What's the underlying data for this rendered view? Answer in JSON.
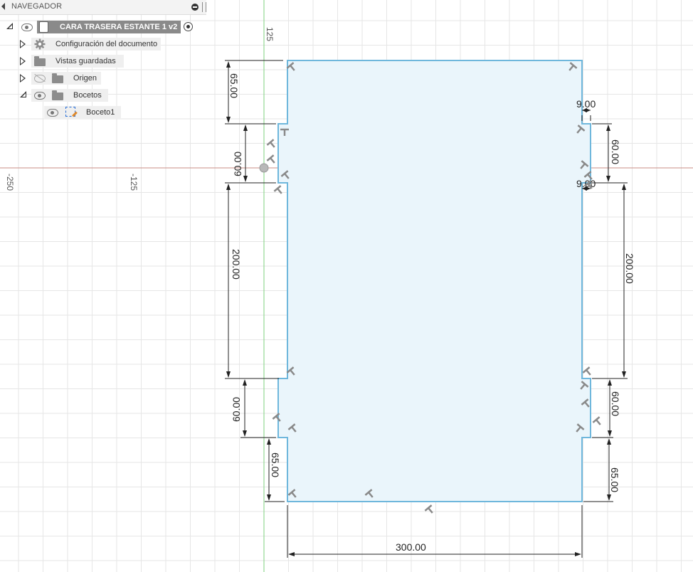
{
  "navigator": {
    "title": "NAVEGADOR",
    "document_name": "CARA TRASERA ESTANTE 1 v2",
    "items": [
      {
        "label": "Configuración del documento",
        "icon": "gear-icon"
      },
      {
        "label": "Vistas guardadas",
        "icon": "folder-icon"
      },
      {
        "label": "Origen",
        "icon": "folder-icon",
        "visible": false
      },
      {
        "label": "Bocetos",
        "icon": "folder-icon",
        "expanded": true
      },
      {
        "label": "Boceto1",
        "icon": "sketch-icon"
      }
    ]
  },
  "canvas": {
    "axis_labels": {
      "x_neg_250": "-250",
      "x_neg_125": "-125",
      "y_125": "125"
    },
    "dimensions": {
      "top_left_65": "65.00",
      "left_upper_60": "60.00",
      "left_200": "200.00",
      "left_lower_60": "60.00",
      "bottom_left_65": "65.00",
      "right_upper_9": "9.00",
      "right_upper_60": "60.00",
      "right_mid_9": "9.00",
      "right_200": "200.00",
      "right_lower_60": "60.00",
      "right_bottom_65": "65.00",
      "width_300": "300.00"
    },
    "colors": {
      "profile_stroke": "#6fb7dc",
      "profile_fill": "#eaf5fb",
      "x_axis": "#c98c84",
      "y_axis": "#7fd17f",
      "grid": "#e6e6e6",
      "dimension": "#222222"
    }
  }
}
